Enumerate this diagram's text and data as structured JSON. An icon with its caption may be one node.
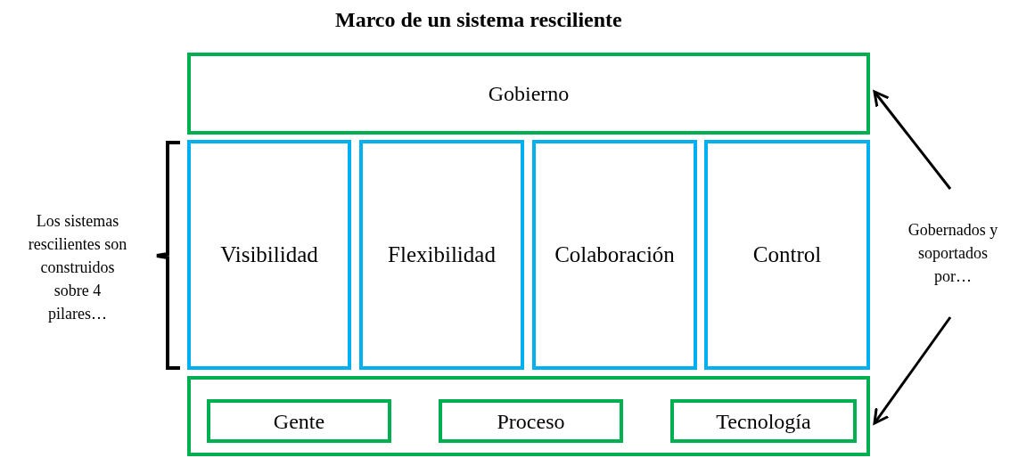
{
  "diagram": {
    "title": "Marco de un sistema resciliente",
    "nodes": [
      {
        "text": [
          "Gobierno"
        ]
      },
      {
        "text": [
          "Visibilidad"
        ]
      },
      {
        "text": [
          "Flexibilidad"
        ]
      },
      {
        "text": [
          "Colaboración"
        ]
      },
      {
        "text": [
          "Control"
        ]
      },
      {
        "text": [],
        "shape": "box"
      },
      {
        "text": [
          "Gente"
        ],
        "in": 5
      },
      {
        "text": [
          "Proceso"
        ],
        "in": 5
      },
      {
        "text": [
          "Tecnología"
        ],
        "in": 5
      },
      {
        "text": [
          "Gobernados y soportados por…"
        ]
      }
    ],
    "edges": [
      {
        "from": 9,
        "to": 0,
        "arrow": "to"
      },
      {
        "from": 9,
        "to": 5,
        "arrow": "to"
      }
    ],
    "labels": [
      "Los sistemas rescilientes son construidos sobre 4 pilares…"
    ]
  }
}
